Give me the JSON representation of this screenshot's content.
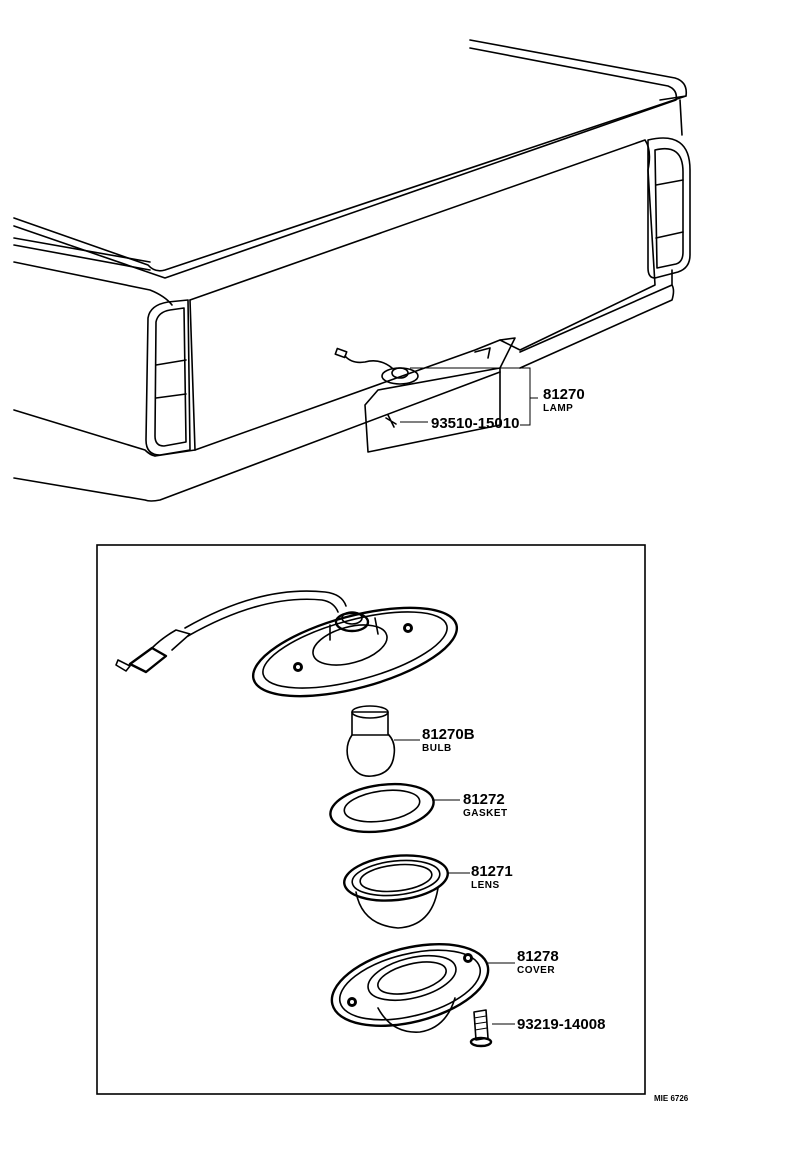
{
  "callouts": {
    "lamp": {
      "number": "81270",
      "name": "LAMP"
    },
    "screw_upper": {
      "number": "93510-15010"
    },
    "bulb": {
      "number": "81270B",
      "name": "BULB"
    },
    "gasket": {
      "number": "81272",
      "name": "GASKET"
    },
    "lens": {
      "number": "81271",
      "name": "LENS"
    },
    "cover": {
      "number": "81278",
      "name": "COVER"
    },
    "screw_lower": {
      "number": "93219-14008"
    }
  },
  "drawing_code": "MIE 6726"
}
